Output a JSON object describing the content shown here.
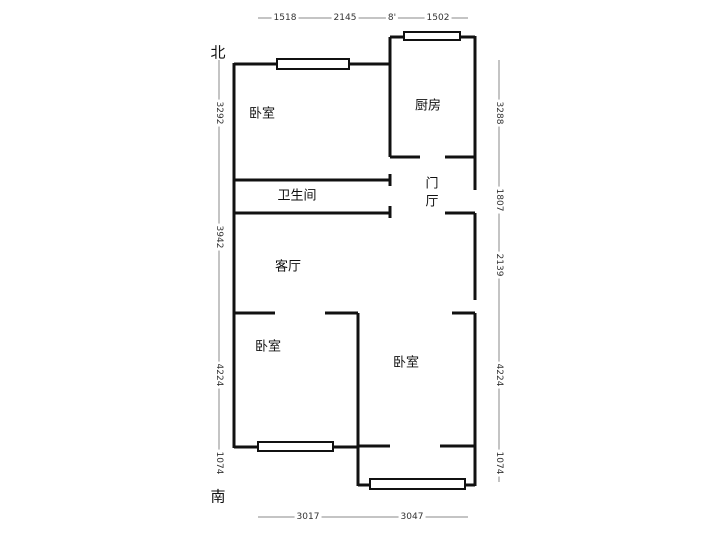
{
  "compass": {
    "north": "北",
    "south": "南"
  },
  "rooms": {
    "bedroom_north": "卧室",
    "kitchen": "厨房",
    "hall_1": "门",
    "hall_2": "厅",
    "bathroom": "卫生间",
    "living_room": "客厅",
    "bedroom_southwest": "卧室",
    "bedroom_southeast": "卧室"
  },
  "dimensions": {
    "top": [
      "1518",
      "2145",
      "8'",
      "1502"
    ],
    "left": [
      "3292",
      "3942",
      "4224",
      "1074"
    ],
    "right": [
      "3288",
      "1807",
      "2139",
      "4224",
      "1074"
    ],
    "bottom": [
      "3017",
      "3047"
    ]
  }
}
